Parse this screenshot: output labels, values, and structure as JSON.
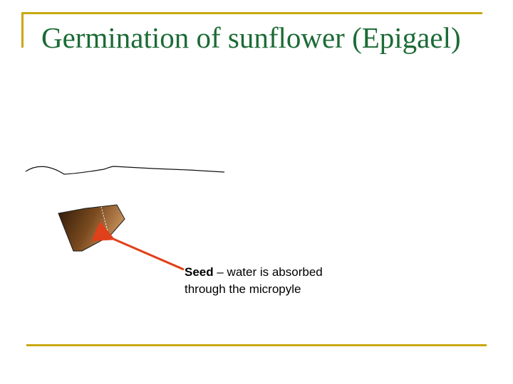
{
  "slide": {
    "title": "Germination of sunflower (Epigael)",
    "accent_color": "#c8a80e",
    "title_color": "#1b6b35"
  },
  "diagram": {
    "seed_color": "#7a4a1f",
    "arrow_color": "#e0401a",
    "caption": {
      "term": "Seed",
      "text": " – water is absorbed through the micropyle"
    }
  }
}
